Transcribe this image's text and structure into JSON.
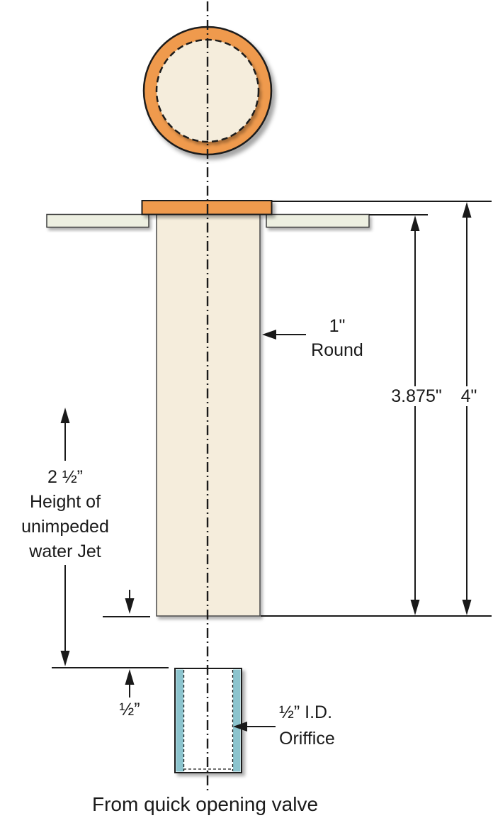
{
  "colors": {
    "orange": "#EF9A4E",
    "cream": "#F5EDDC",
    "plate": "#EDEFE1",
    "teal": "#8CC4CE",
    "ink": "#1A1A1A",
    "white": "#FFFFFF"
  },
  "labels": {
    "round_size": "1\"",
    "round_word": "Round",
    "dim_inner": "3.875\"",
    "dim_outer": "4\"",
    "jet_size": "2 ½”",
    "jet_line2": "Height of",
    "jet_line3": "unimpeded",
    "jet_line4": "water Jet",
    "half_inch": "½”",
    "orifice_line1": "½” I.D.",
    "orifice_line2": "Oriffice",
    "caption": "From quick opening valve"
  }
}
